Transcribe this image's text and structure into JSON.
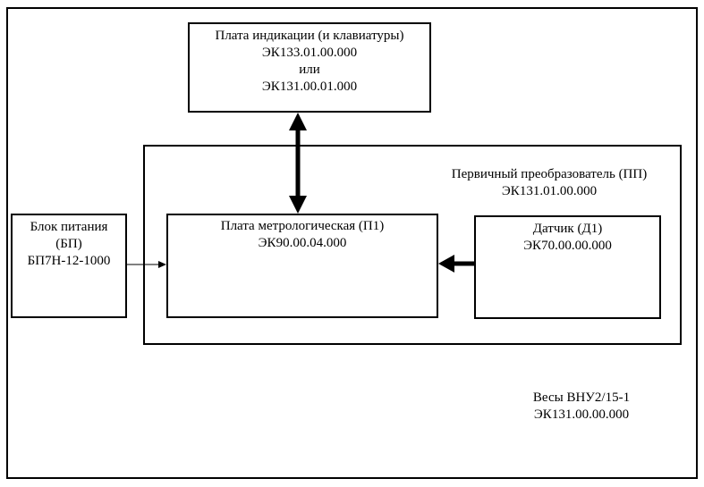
{
  "display_board": {
    "title": "Плата индикации (и клавиатуры)",
    "code1": "ЭК133.01.00.000",
    "or": "или",
    "code2": "ЭК131.00.01.000"
  },
  "primary_converter": {
    "title": "Первичный преобразователь (ПП)",
    "code": "ЭК131.01.00.000"
  },
  "power_unit": {
    "title": "Блок питания",
    "abbr": "(БП)",
    "model": "БП7Н-12-1000"
  },
  "metrology_board": {
    "title": "Плата метрологическая (П1)",
    "code": "ЭК90.00.04.000"
  },
  "sensor": {
    "title": "Датчик (Д1)",
    "code": "ЭК70.00.00.000"
  },
  "scale": {
    "title": "Весы ВНУ2/15-1",
    "code": "ЭК131.00.00.000"
  }
}
